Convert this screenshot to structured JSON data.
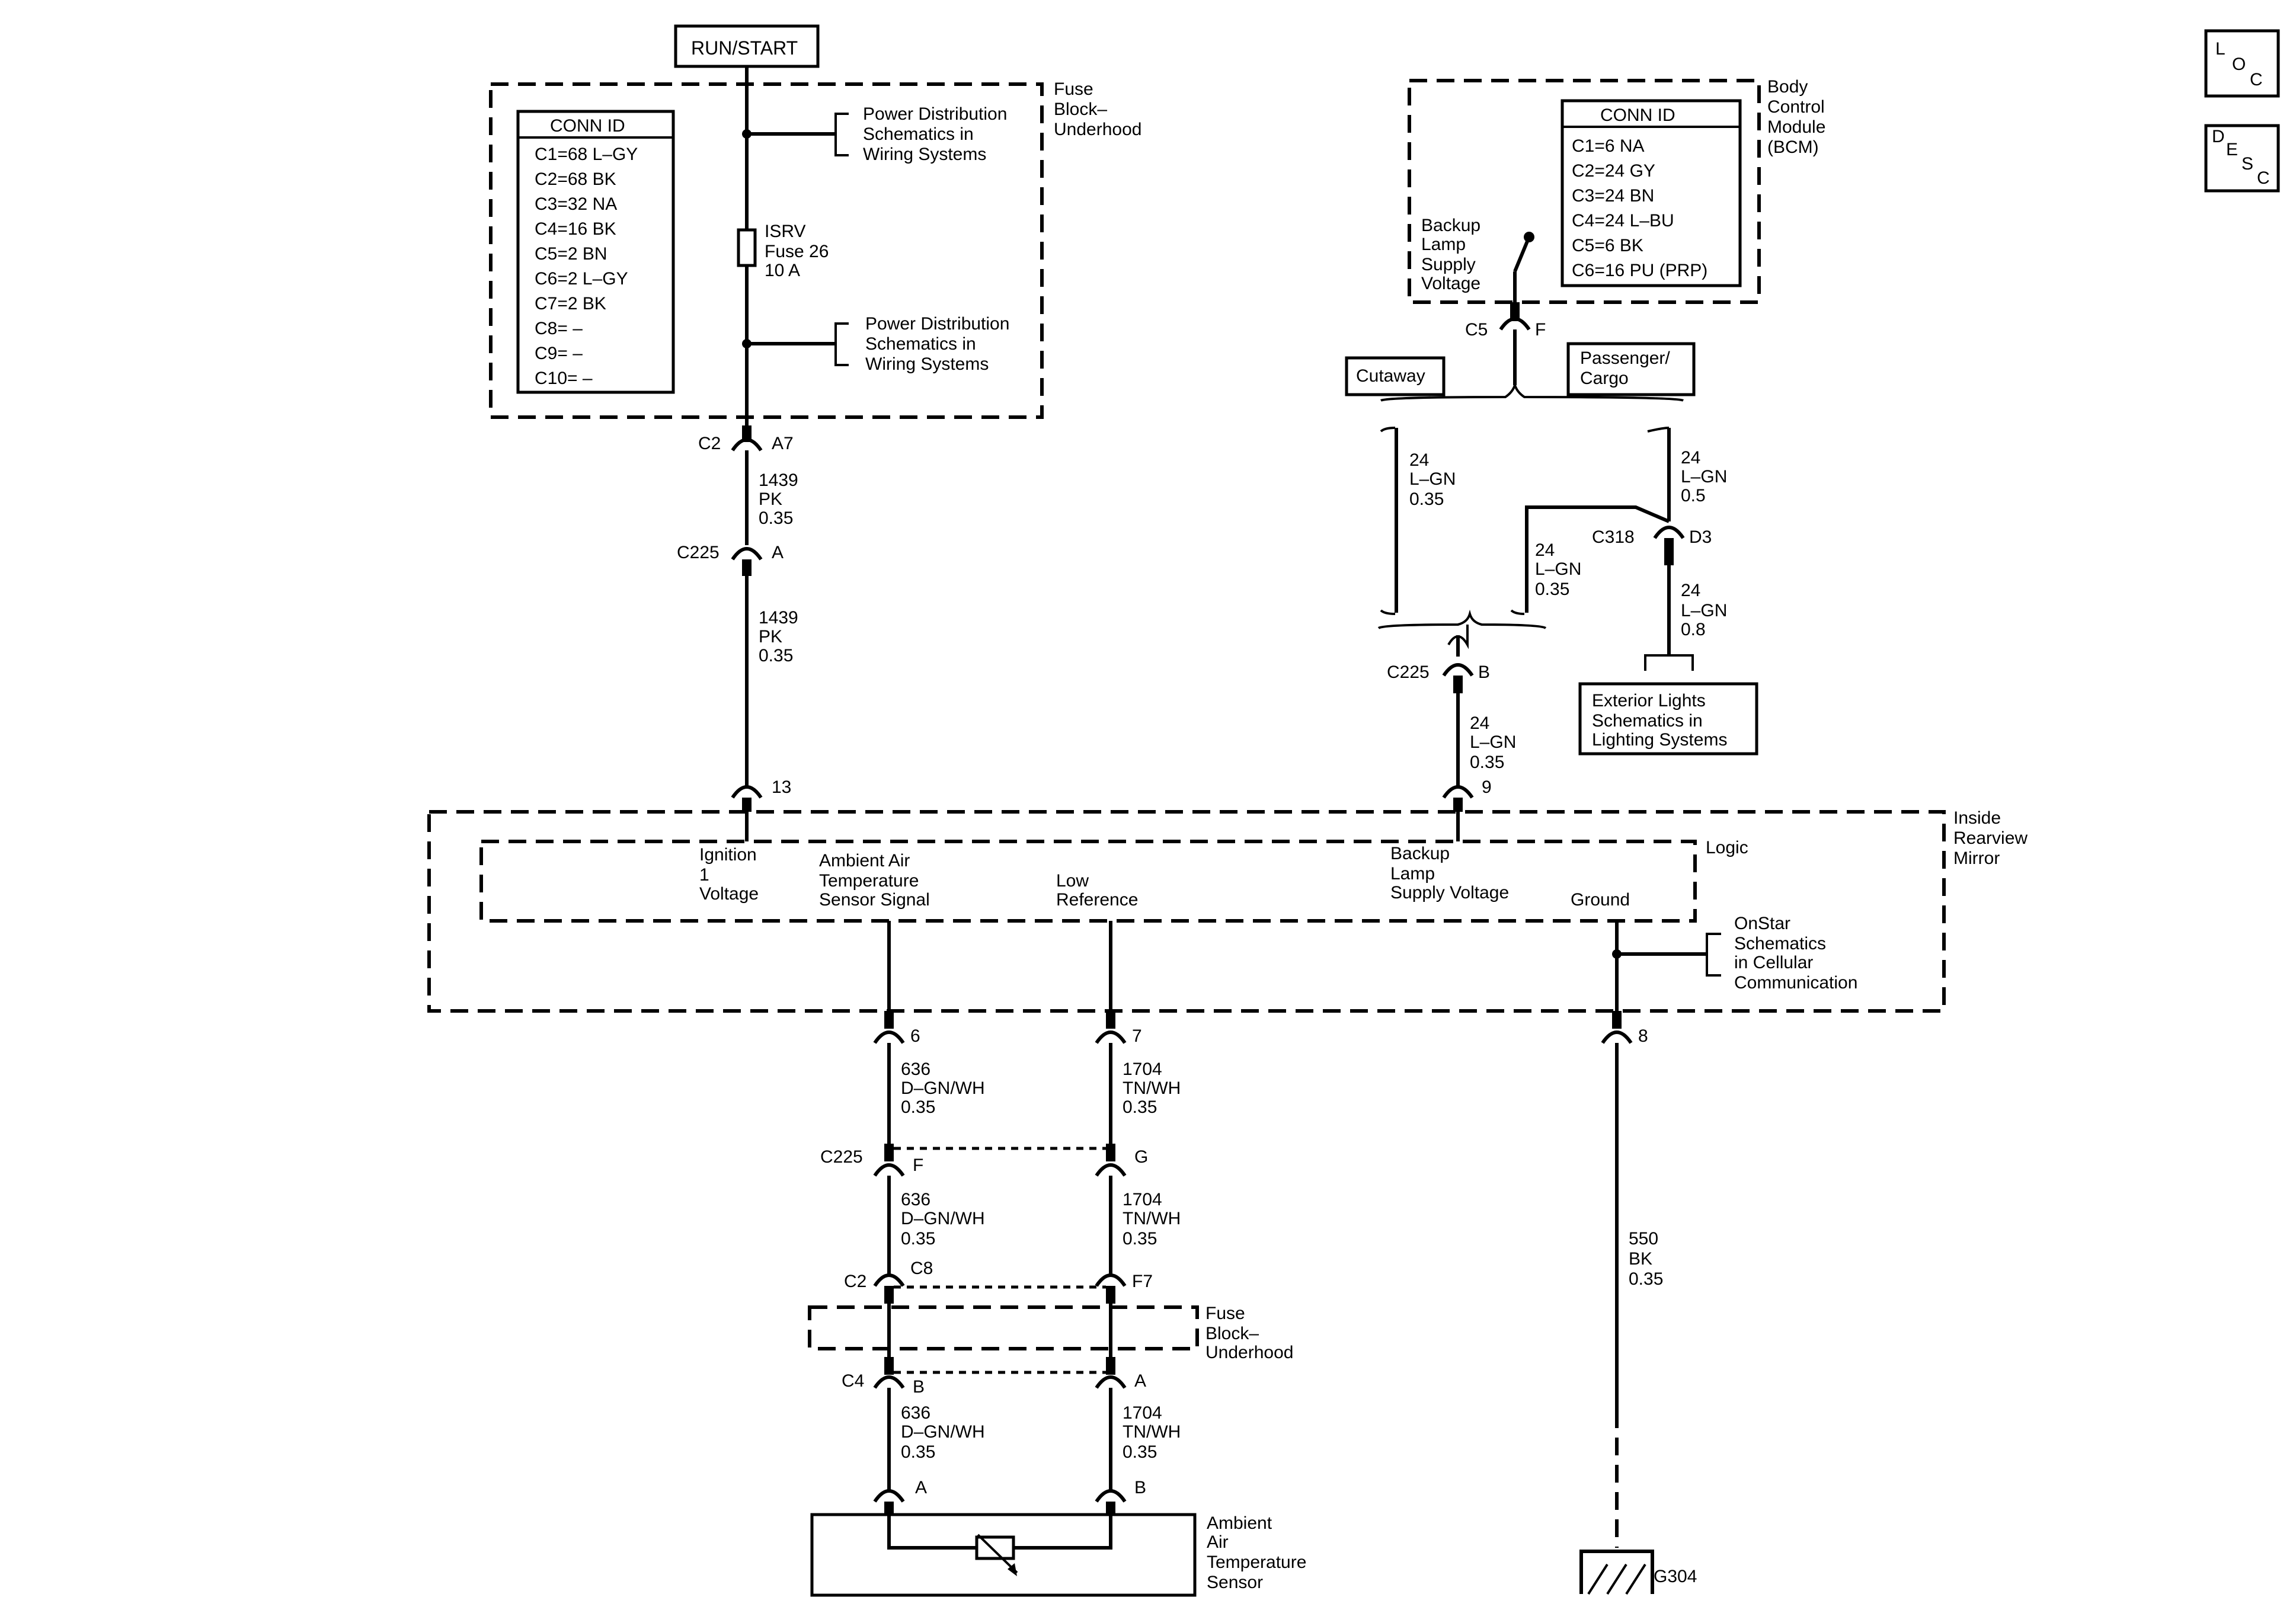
{
  "run_start": "RUN/START",
  "fuse_block": {
    "label": [
      "Fuse",
      "Block–",
      "Underhood"
    ],
    "conn_id_title": "CONN ID",
    "conn_ids": [
      "C1=68 L–GY",
      "C2=68 BK",
      "C3=32 NA",
      "C4=16 BK",
      "C5=2 BN",
      "C6=2 L–GY",
      "C7=2 BK",
      "C8= –",
      "C9= –",
      "C10= –"
    ],
    "power_ref_1": [
      "Power Distribution",
      "Schematics in",
      "Wiring  Systems"
    ],
    "power_ref_2": [
      "Power Distribution",
      "Schematics in",
      "Wiring  Systems"
    ],
    "fuse": [
      "ISRV",
      "Fuse 26",
      "10 A"
    ]
  },
  "bcm": {
    "label": [
      "Body",
      "Control",
      "Module",
      "(BCM)"
    ],
    "conn_id_title": "CONN ID",
    "conn_ids": [
      "C1=6 NA",
      "C2=24 GY",
      "C3=24 BN",
      "C4=24 L–BU",
      "C5=6 BK",
      "C6=16 PU (PRP)"
    ],
    "switch_label": [
      "Backup",
      "Lamp",
      "Supply",
      "Voltage"
    ]
  },
  "nav_icons": {
    "loc": [
      "L",
      "O",
      "C"
    ],
    "desc": [
      "D",
      "E",
      "S",
      "C"
    ]
  },
  "left_wire": {
    "c2_conn": "C2",
    "c2_pin": "A7",
    "wire1": [
      "1439",
      "PK",
      "0.35"
    ],
    "c225_conn": "C225",
    "c225_pin": "A",
    "wire2": [
      "1439",
      "PK",
      "0.35"
    ],
    "mirror_pin": "13"
  },
  "right_wire": {
    "c5_conn": "C5",
    "c5_pin": "F",
    "cutaway": "Cutaway",
    "passenger_cargo": [
      "Passenger/",
      "Cargo"
    ],
    "wire_cutaway": [
      "24",
      "L–GN",
      "0.35"
    ],
    "wire_pc_a": [
      "24",
      "L–GN",
      "0.5"
    ],
    "wire_pc_b": [
      "24",
      "L–GN",
      "0.35"
    ],
    "c318_conn": "C318",
    "c318_pin": "D3",
    "wire_ext": [
      "24",
      "L–GN",
      "0.8"
    ],
    "exterior_ref": [
      "Exterior Lights",
      "Schematics in",
      "Lighting Systems"
    ],
    "c225_conn": "C225",
    "c225_pin": "B",
    "wire_mirror": [
      "24",
      "L–GN",
      "0.35"
    ],
    "mirror_pin": "9"
  },
  "mirror": {
    "label": [
      "Inside",
      "Rearview",
      "Mirror"
    ],
    "logic": "Logic",
    "ignition": [
      "Ignition",
      "1",
      "Voltage"
    ],
    "ambient": [
      "Ambient Air",
      "Temperature",
      "Sensor Signal"
    ],
    "low_ref": [
      "Low",
      "Reference"
    ],
    "backup": [
      "Backup",
      "Lamp",
      "Supply Voltage"
    ],
    "ground": "Ground",
    "onstar": [
      "OnStar",
      "Schematics",
      "in Cellular",
      "Communication"
    ]
  },
  "bottom": {
    "pin6": "6",
    "pin7": "7",
    "pin8": "8",
    "w636_1": [
      "636",
      "D–GN/WH",
      "0.35"
    ],
    "w1704_1": [
      "1704",
      "TN/WH",
      "0.35"
    ],
    "c225_conn": "C225",
    "c225_pin_f": "F",
    "c225_pin_g": "G",
    "w636_2": [
      "636",
      "D–GN/WH",
      "0.35"
    ],
    "w1704_2": [
      "1704",
      "TN/WH",
      "0.35"
    ],
    "c2_conn": "C2",
    "c2_pin_c8": "C8",
    "c2_pin_f7": "F7",
    "fuse_block_label": [
      "Fuse",
      "Block–",
      "Underhood"
    ],
    "c4_conn": "C4",
    "c4_pin_b": "B",
    "c4_pin_a": "A",
    "w636_3": [
      "636",
      "D–GN/WH",
      "0.35"
    ],
    "w1704_3": [
      "1704",
      "TN/WH",
      "0.35"
    ],
    "sensor_pin_a": "A",
    "sensor_pin_b": "B",
    "sensor_label": [
      "Ambient",
      "Air",
      "Temperature",
      "Sensor"
    ],
    "w550": [
      "550",
      "BK",
      "0.35"
    ],
    "ground_id": "G304"
  }
}
